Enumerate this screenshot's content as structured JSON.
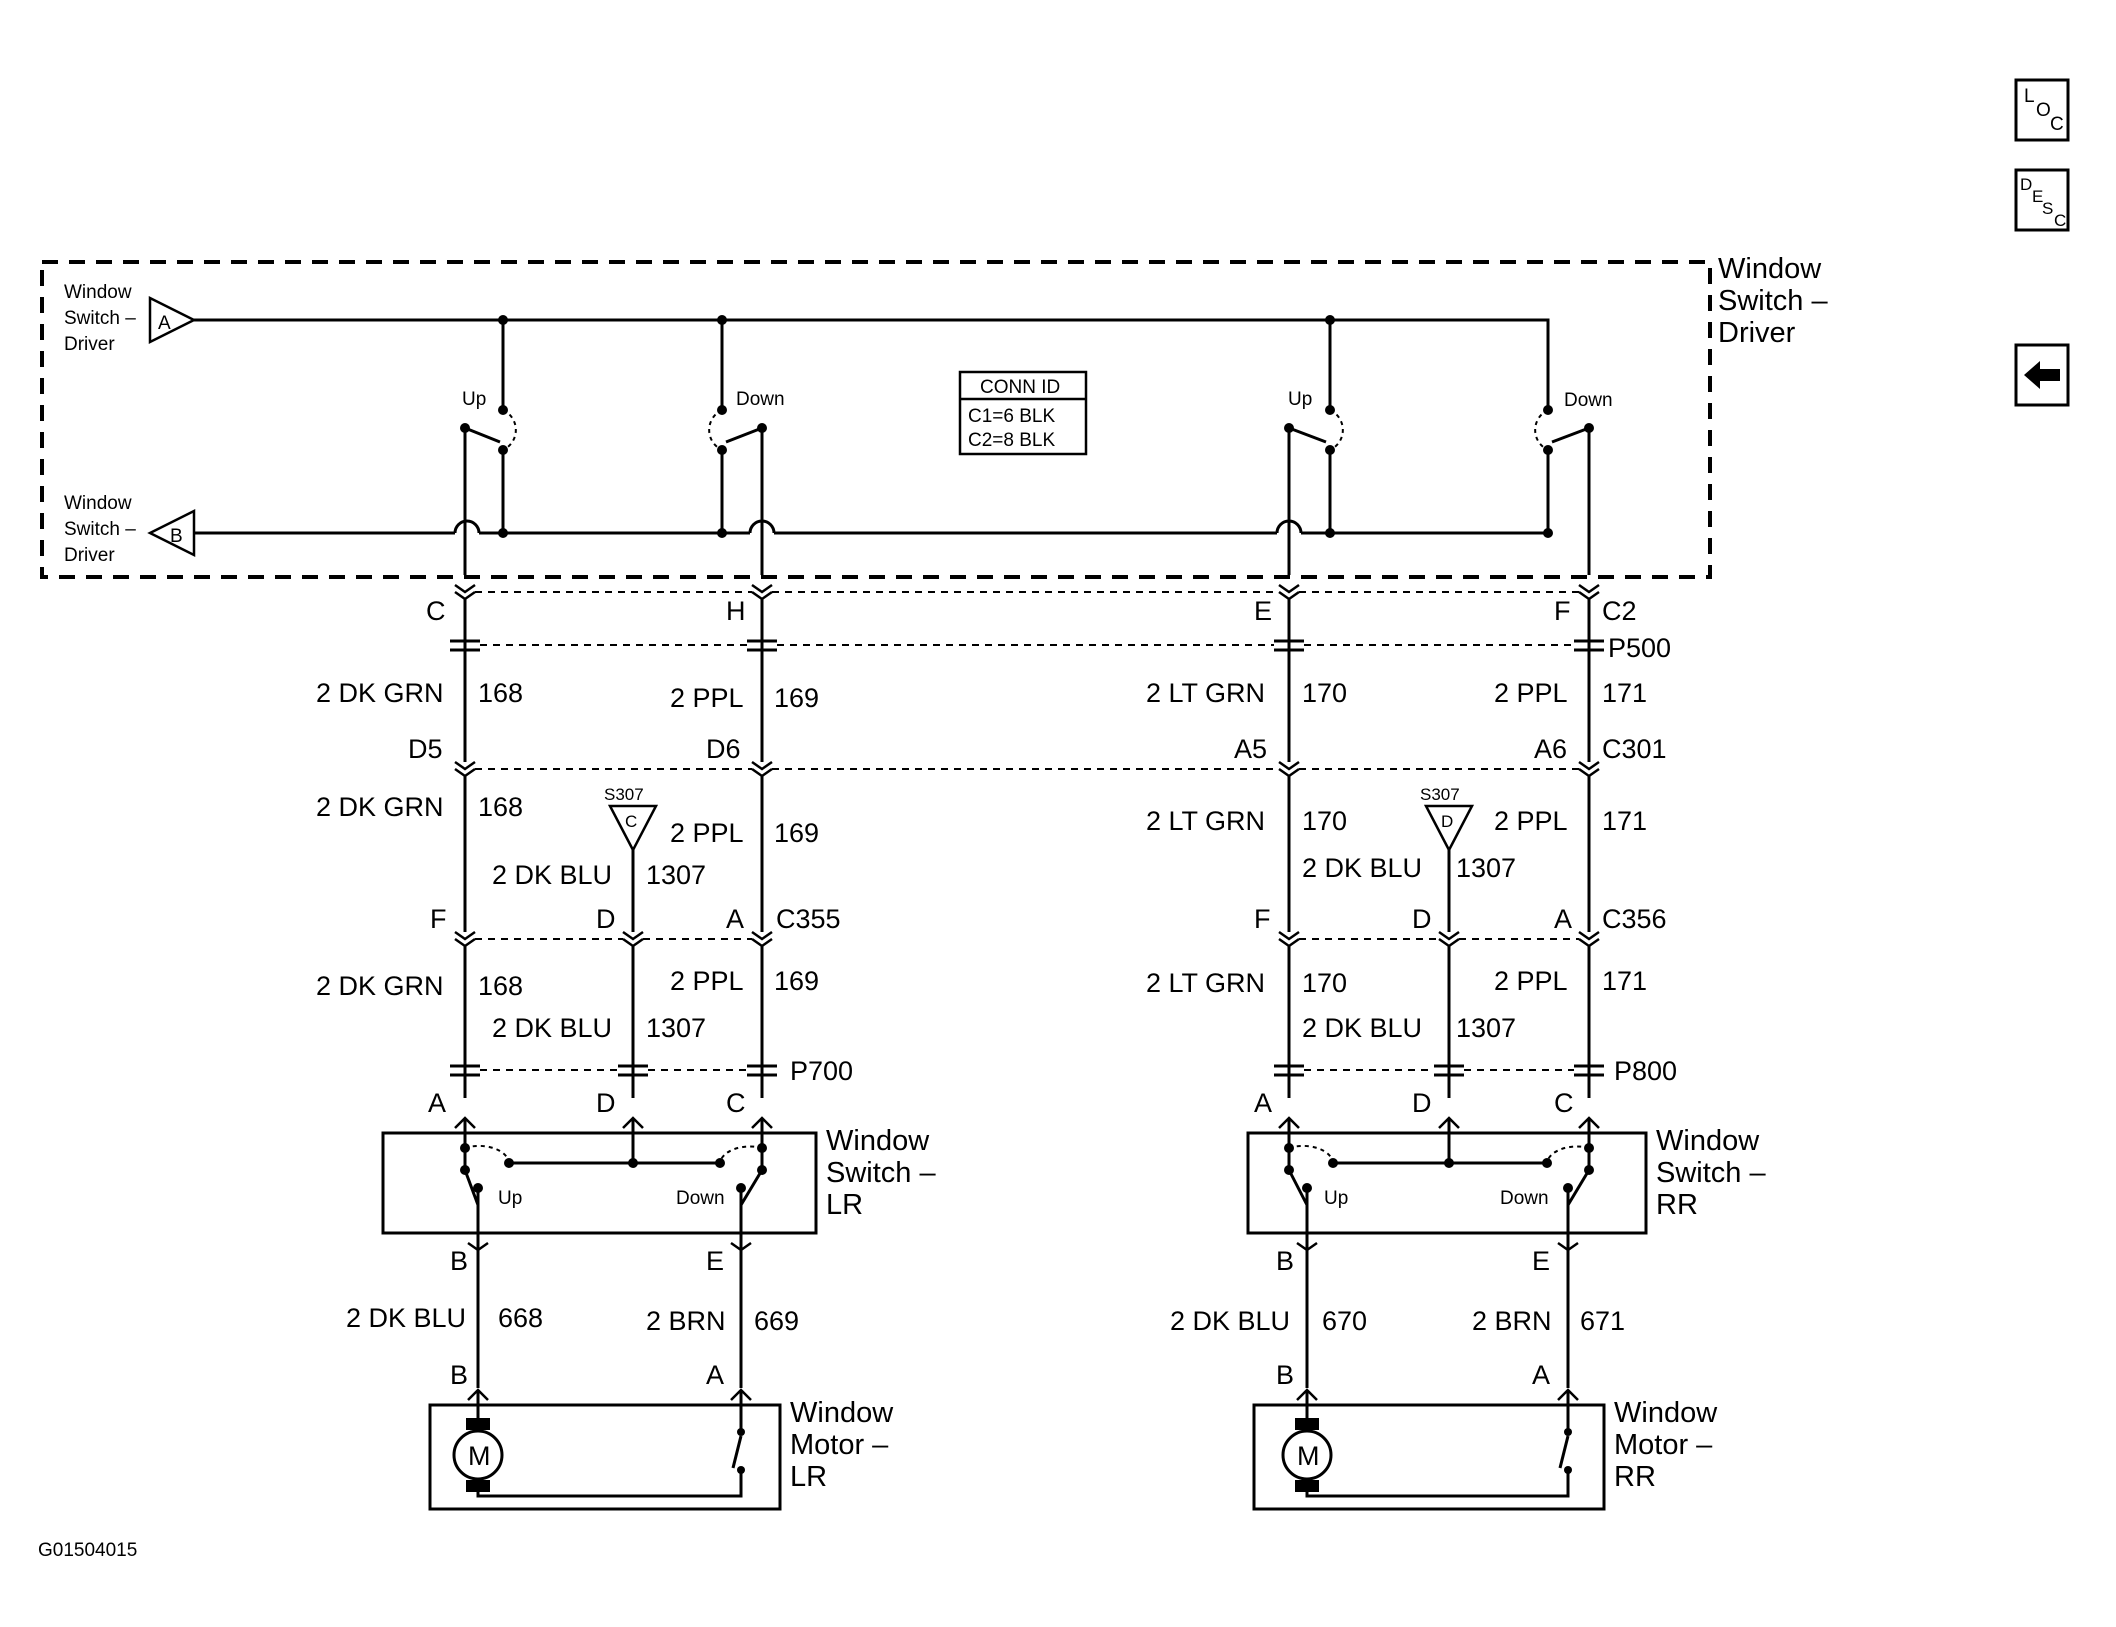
{
  "driver_switch": {
    "title": [
      "Window",
      "Switch –",
      "Driver"
    ],
    "ref_a": [
      "Window",
      "Switch –",
      "Driver"
    ],
    "ref_a_letter": "A",
    "ref_b": [
      "Window",
      "Switch –",
      "Driver"
    ],
    "ref_b_letter": "B",
    "sw_left_up": "Up",
    "sw_left_down": "Down",
    "sw_right_up": "Up",
    "sw_right_down": "Down",
    "conn_id": {
      "title": "CONN ID",
      "c1": "C1=6 BLK",
      "c2": "C2=8 BLK"
    }
  },
  "connectors": {
    "c2": {
      "name": "C2",
      "pins": [
        "C",
        "H",
        "E",
        "F"
      ]
    },
    "p500": "P500",
    "c301": {
      "name": "C301",
      "pins": [
        "D5",
        "D6",
        "A5",
        "A6"
      ]
    },
    "c355": {
      "name": "C355",
      "pins": [
        "F",
        "D",
        "A"
      ]
    },
    "c356": {
      "name": "C356",
      "pins": [
        "F",
        "D",
        "A"
      ]
    },
    "p700": "P700",
    "p800": "P800"
  },
  "splices": {
    "left": {
      "name": "S307",
      "letter": "C"
    },
    "right": {
      "name": "S307",
      "letter": "D"
    }
  },
  "wires": {
    "w168": {
      "color": "2 DK GRN",
      "circuit": "168"
    },
    "w169": {
      "color": "2 PPL",
      "circuit": "169"
    },
    "w170": {
      "color": "2 LT GRN",
      "circuit": "170"
    },
    "w171": {
      "color": "2 PPL",
      "circuit": "171"
    },
    "w1307": {
      "color": "2 DK BLU",
      "circuit": "1307"
    },
    "w668": {
      "color": "2 DK BLU",
      "circuit": "668"
    },
    "w669": {
      "color": "2 BRN",
      "circuit": "669"
    },
    "w670": {
      "color": "2 DK BLU",
      "circuit": "670"
    },
    "w671": {
      "color": "2 BRN",
      "circuit": "671"
    }
  },
  "lr_switch": {
    "title": [
      "Window",
      "Switch –",
      "LR"
    ],
    "pins_top": [
      "A",
      "D",
      "C"
    ],
    "pins_bottom": [
      "B",
      "E"
    ],
    "up": "Up",
    "down": "Down"
  },
  "rr_switch": {
    "title": [
      "Window",
      "Switch –",
      "RR"
    ],
    "pins_top": [
      "A",
      "D",
      "C"
    ],
    "pins_bottom": [
      "B",
      "E"
    ],
    "up": "Up",
    "down": "Down"
  },
  "lr_motor": {
    "title": [
      "Window",
      "Motor –",
      "LR"
    ],
    "pins": [
      "B",
      "A"
    ],
    "motor_label": "M"
  },
  "rr_motor": {
    "title": [
      "Window",
      "Motor –",
      "RR"
    ],
    "pins": [
      "B",
      "A"
    ],
    "motor_label": "M"
  },
  "nav": {
    "loc": {
      "l": "L",
      "o": "O",
      "c": "C"
    },
    "desc": {
      "d": "D",
      "e": "E",
      "s": "S",
      "c": "C"
    },
    "back_icon": "left-arrow-icon"
  },
  "figure_id": "G01504015"
}
